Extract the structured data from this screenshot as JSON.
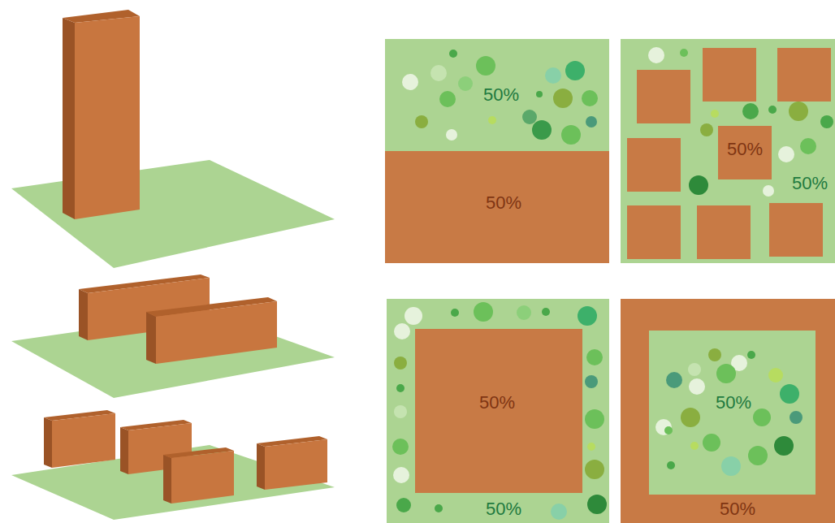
{
  "diagram": {
    "nodes": [
      {
        "text": [
          "50%"
        ]
      },
      {
        "text": [
          "50%"
        ]
      },
      {
        "text": [
          "50%"
        ]
      },
      {
        "text": [
          "50%"
        ],
        "in": 2
      },
      {
        "text": [
          "50%"
        ]
      },
      {
        "text": [
          "50%"
        ],
        "in": 4
      },
      {
        "text": [
          "50%"
        ]
      },
      {
        "text": [
          "50%"
        ],
        "in": 6
      }
    ]
  }
}
